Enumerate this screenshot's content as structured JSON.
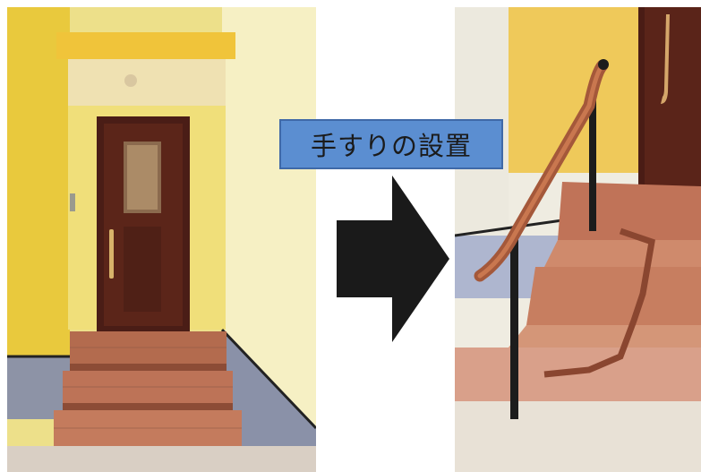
{
  "caption": {
    "text": "手すりの設置",
    "bg_color": "#5b8ed1",
    "border_color": "#3f69a8"
  },
  "images": {
    "before": {
      "icon": "entrance-steps-photo"
    },
    "after": {
      "icon": "entrance-steps-with-handrail-photo"
    }
  },
  "arrow": {
    "icon": "right-arrow-icon",
    "color": "#1a1a1a"
  }
}
